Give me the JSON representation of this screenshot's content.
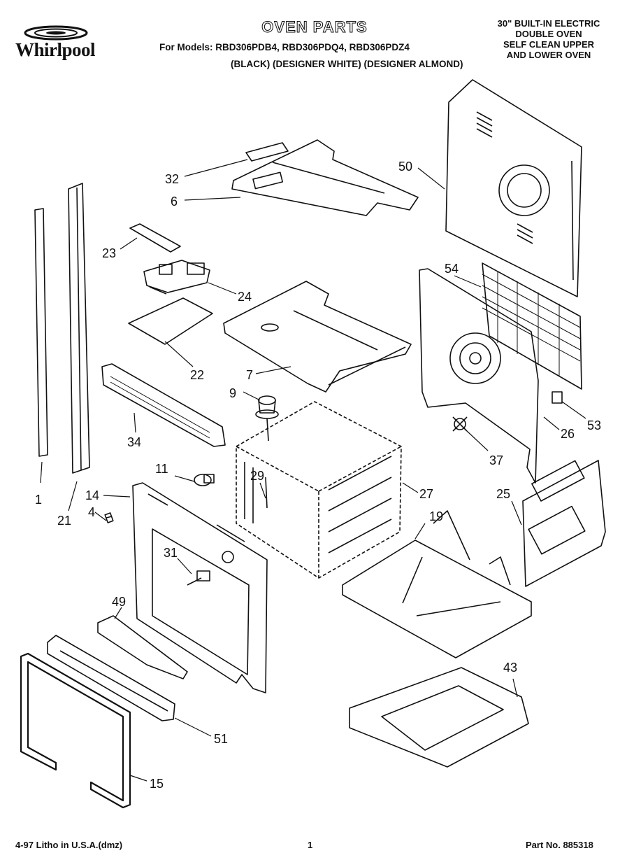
{
  "header": {
    "brand": "Whirlpool",
    "title": "OVEN PARTS",
    "models_line": "For Models: RBD306PDB4, RBD306PDQ4, RBD306PDZ4",
    "finishes_line": "(BLACK) (DESIGNER WHITE) (DESIGNER ALMOND)",
    "product_lines": [
      "30\" BUILT-IN ELECTRIC",
      "DOUBLE OVEN",
      "SELF CLEAN UPPER",
      "AND LOWER OVEN"
    ]
  },
  "part_labels": [
    "50",
    "32",
    "6",
    "23",
    "24",
    "22",
    "7",
    "54",
    "9",
    "34",
    "26",
    "53",
    "37",
    "11",
    "29",
    "27",
    "25",
    "14",
    "4",
    "19",
    "31",
    "1",
    "21",
    "49",
    "43",
    "51",
    "15"
  ],
  "footer": {
    "litho": "4-97 Litho in U.S.A.(dmz)",
    "page": "1",
    "part_no": "Part No. 885318"
  }
}
